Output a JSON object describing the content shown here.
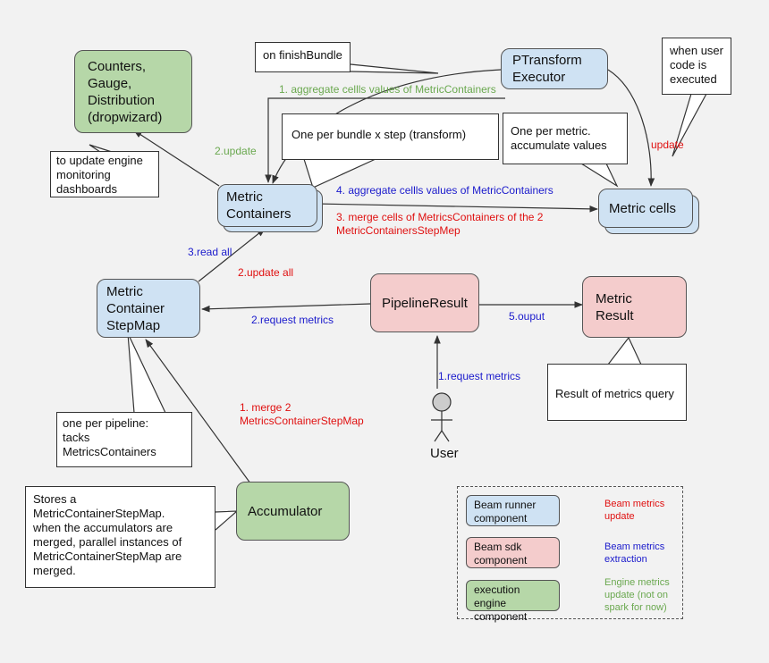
{
  "nodes": {
    "counters": "Counters,\nGauge,\nDistribution\n(dropwizard)",
    "metric_containers": "Metric\nContainers",
    "pt_executor": "PTransform\nExecutor",
    "metric_cells": "Metric cells",
    "step_map": "Metric\nContainer\nStepMap",
    "pipeline_result": "PipelineResult",
    "metric_result": "Metric\nResult",
    "accumulator": "Accumulator",
    "user": "User"
  },
  "notes": {
    "finish_bundle": "on finishBundle",
    "when_user_code": "when user\ncode is\nexecuted",
    "per_bundle": "One per bundle x step (transform)",
    "per_metric": "One per metric.\naccumulate values",
    "monitoring": "to update engine\nmonitoring\ndashboards",
    "per_pipeline": "one per pipeline:\ntacks\nMetricsContainers",
    "query_result": "Result of metrics query",
    "stores": "Stores a\nMetricContainerStepMap.\nwhen the accumulators are\nmerged, parallel instances of\nMetricContainerStepMap are\nmerged."
  },
  "edges": {
    "aggregate1": "1. aggregate cellls values of MetricContainers",
    "update2": "2.update",
    "update_red": "update",
    "aggregate4": "4. aggregate cellls values of MetricContainers",
    "merge3": "3. merge cells of MetricsContainers of the 2\nMetricContainersStepMep",
    "read_all": "3.read all",
    "update_all": "2.update all",
    "request_metrics2": "2.request metrics",
    "output5": "5.ouput",
    "request_metrics1": "1.request metrics",
    "merge1": "1. merge 2\nMetricsContainerStepMap"
  },
  "legend": {
    "runner": "Beam runner\ncomponent",
    "sdk": "Beam sdk\ncomponent",
    "engine": "execution engine\ncomponent",
    "metrics_update": "Beam metrics\nupdate",
    "metrics_extraction": "Beam metrics\nextraction",
    "engine_update": "Engine metrics\nupdate (not on\nspark for now)"
  },
  "colors": {
    "runner": "#cfe2f3",
    "sdk": "#f4cccc",
    "engine": "#b6d7a8",
    "update": "#e01010",
    "extraction": "#1a1acc",
    "engine_update": "#6aa84f"
  }
}
